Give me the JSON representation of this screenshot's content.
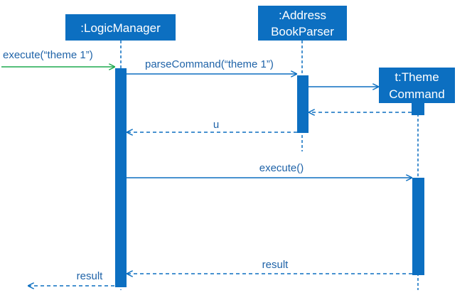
{
  "colors": {
    "primary": "#0C6FC1",
    "text_blue": "#1F63A8",
    "found_message": "#1FAA4F",
    "box_text": "#FFFFFF"
  },
  "participants": {
    "logic_manager": {
      "label": ":LogicManager"
    },
    "address_book_parser": {
      "line1": ":Address",
      "line2": "BookParser"
    },
    "theme_command": {
      "line1": "t:Theme",
      "line2": "Command"
    }
  },
  "messages": {
    "execute_theme": "execute(“theme 1”)",
    "parse_command": "parseCommand(“theme 1”)",
    "return_u": "u",
    "execute_call": "execute()",
    "result_from_command": "result",
    "result_out": "result"
  }
}
